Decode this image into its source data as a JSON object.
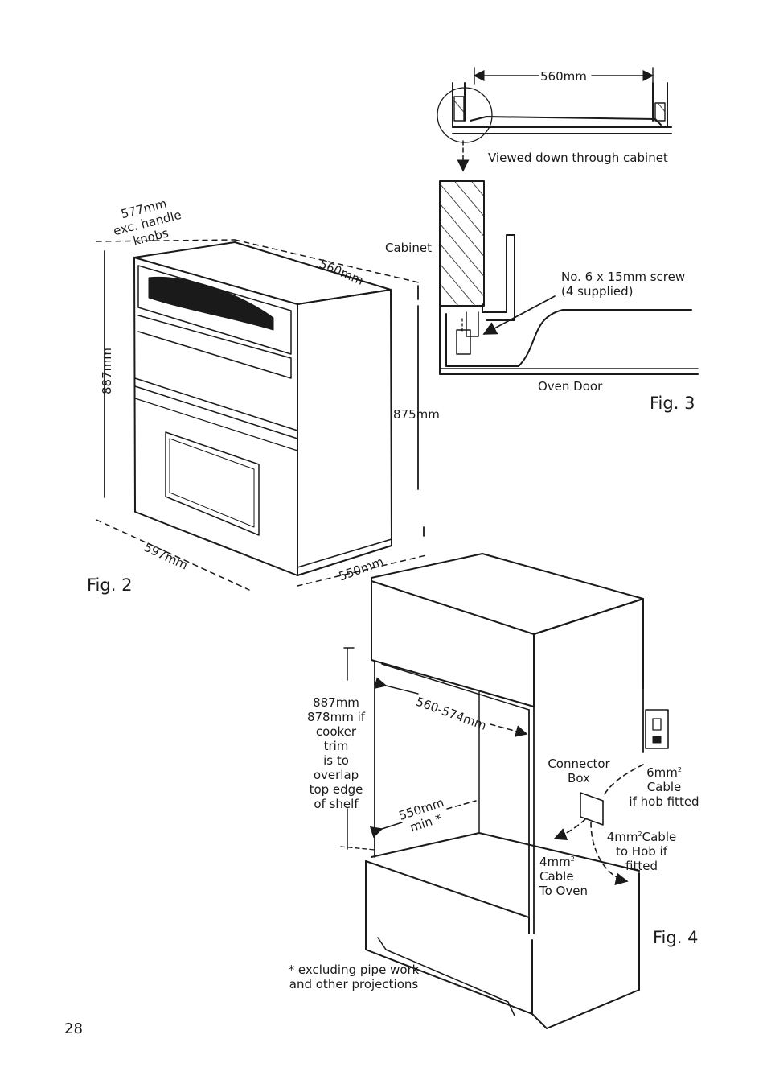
{
  "fig2": {
    "caption": "Fig. 2",
    "dim_width_handle": [
      "577mm",
      "exc. handle",
      "knobs"
    ],
    "dim_depth_top": "560mm",
    "dim_height_left": "887mm",
    "dim_height_right": "875mm",
    "dim_width_bottom": "597mm",
    "dim_depth_bottom": "550mm"
  },
  "fig3": {
    "caption": "Fig. 3",
    "dim_width": "560mm",
    "view_note": "Viewed down through cabinet",
    "cabinet_label": "Cabinet",
    "screw_note": [
      "No. 6 x 15mm screw",
      "(4 supplied)"
    ],
    "door_label": "Oven Door"
  },
  "fig4": {
    "caption": "Fig. 4",
    "height_note": [
      "887mm",
      "878mm if",
      "cooker",
      "trim",
      "is to",
      "overlap",
      "top edge",
      "of shelf"
    ],
    "width_range": "560-574mm",
    "depth_min": [
      "550mm",
      "min *"
    ],
    "connector_box": [
      "Connector",
      "Box"
    ],
    "cable_hob_6mm": [
      "6mm",
      "Cable",
      "if hob fitted"
    ],
    "cable_hob_4mm": [
      "4mm",
      "Cable",
      "to Hob if",
      "fitted"
    ],
    "cable_oven": [
      "4mm",
      "Cable",
      "To Oven"
    ],
    "footnote": [
      "* excluding pipe work",
      "and other projections"
    ],
    "superscript": "2"
  },
  "page_number": "28"
}
